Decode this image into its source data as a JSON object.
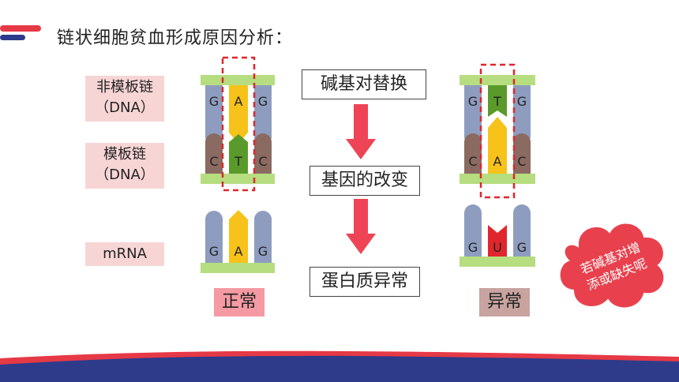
{
  "title": "链状细胞贫血形成原因分析：",
  "labels": {
    "non_template": "非模板链\n（DNA）",
    "non_template_l1": "非模板链",
    "non_template_l2": "（DNA）",
    "template_l1": "模板链",
    "template_l2": "（DNA）",
    "mrna": "mRNA"
  },
  "steps": [
    "碱基对替换",
    "基因的改变",
    "蛋白质异常"
  ],
  "normal": {
    "label": "正常",
    "top": [
      "G",
      "A",
      "G"
    ],
    "mid": [
      "C",
      "T",
      "C"
    ],
    "mrna": [
      "G",
      "A",
      "G"
    ]
  },
  "abnormal": {
    "label": "异常",
    "top": [
      "G",
      "T",
      "G"
    ],
    "mid": [
      "C",
      "A",
      "C"
    ],
    "mrna": [
      "G",
      "U",
      "G"
    ]
  },
  "cloud_text_l1": "若碱基对增",
  "cloud_text_l2": "添或缺失呢",
  "colors": {
    "bar_green": "#b6dd7f",
    "pillar_blue": "#8e9dbf",
    "pillar_brown": "#8b6a62",
    "yellow": "#f7c21a",
    "green_arrow": "#5a9a2a",
    "red_arrow": "#ee4455",
    "dashed_red": "#e0262c",
    "cloud_red": "#e8414d"
  }
}
